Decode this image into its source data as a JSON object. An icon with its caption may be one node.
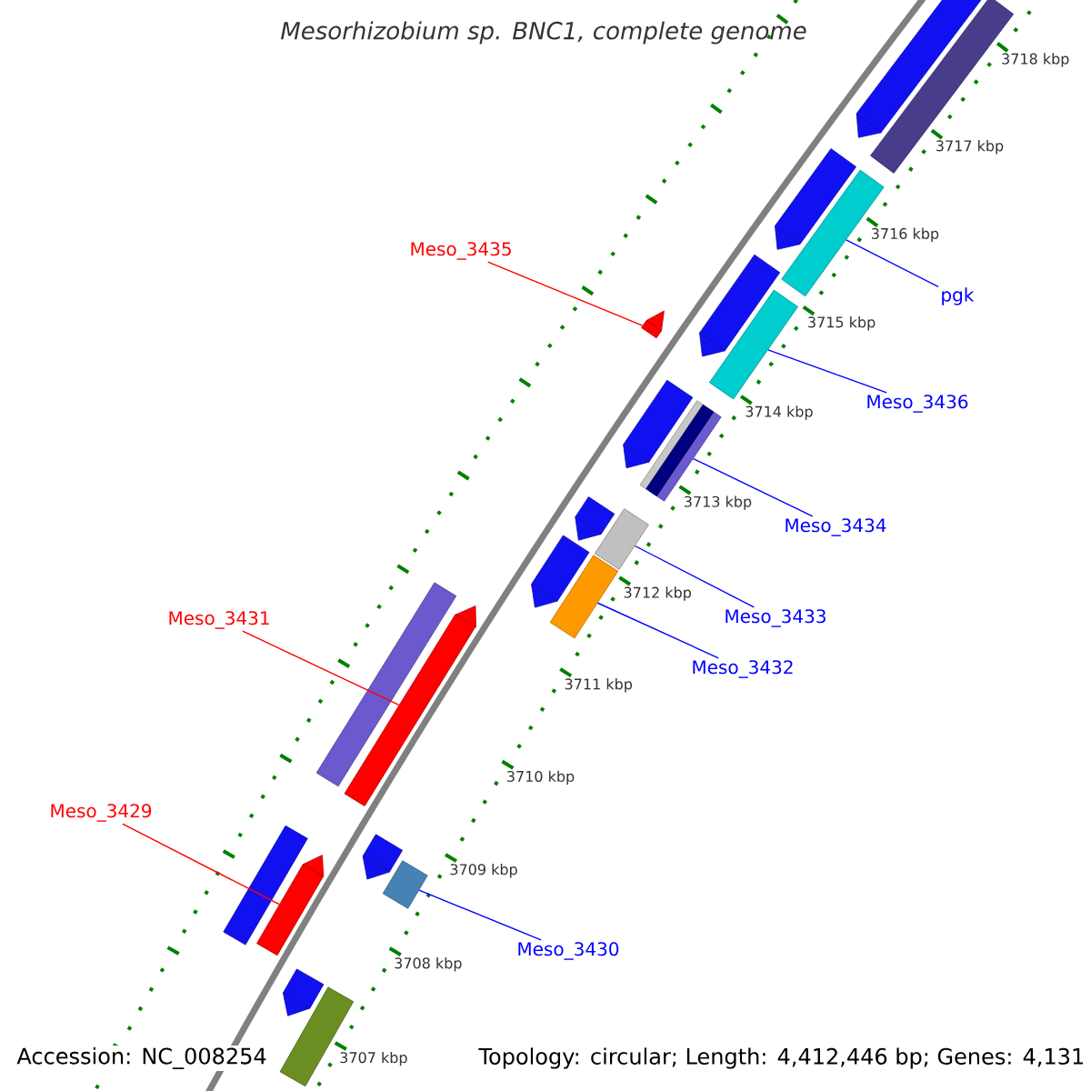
{
  "diagram": {
    "title": "Mesorhizobium sp. BNC1, complete genome",
    "nodes": [
      {
        "text": [
          "Meso_3435"
        ]
      },
      {
        "text": [],
        "shape": "pentagon"
      },
      {
        "text": [
          "pgk"
        ]
      },
      {
        "text": [],
        "shape": "bar"
      },
      {
        "text": [
          "Meso_3436"
        ]
      },
      {
        "text": [],
        "shape": "bar"
      },
      {
        "text": [
          "Meso_3434"
        ]
      },
      {
        "text": [],
        "shape": "bar"
      },
      {
        "text": [
          "Meso_3433"
        ]
      },
      {
        "text": [],
        "shape": "bar"
      },
      {
        "text": [
          "Meso_3431"
        ]
      },
      {
        "text": [],
        "shape": "pentagon"
      },
      {
        "text": [
          "Meso_3432"
        ]
      },
      {
        "text": [],
        "shape": "bar"
      },
      {
        "text": [
          "Meso_3429"
        ]
      },
      {
        "text": [],
        "shape": "pentagon"
      },
      {
        "text": [
          "Meso_3430"
        ]
      },
      {
        "text": [],
        "shape": "bar"
      },
      {
        "text": [],
        "shape": "pentagon"
      },
      {
        "text": [],
        "shape": "bar"
      },
      {
        "text": [],
        "shape": "pentagon"
      },
      {
        "text": [],
        "shape": "pentagon"
      },
      {
        "text": [],
        "shape": "pentagon"
      },
      {
        "text": [],
        "shape": "bar"
      },
      {
        "text": [],
        "shape": "bar"
      },
      {
        "text": [],
        "shape": "pentagon"
      },
      {
        "text": [],
        "shape": "pentagon"
      },
      {
        "text": [],
        "shape": "bar"
      },
      {
        "text": [],
        "shape": "pentagon"
      },
      {
        "text": [],
        "shape": "bar"
      },
      {
        "text": [],
        "shape": "pentagon"
      },
      {
        "text": [],
        "shape": "bar"
      }
    ],
    "edges": [
      {
        "from": 0,
        "to": 1,
        "arrow": "none",
        "color": "#ff0000"
      },
      {
        "from": 2,
        "to": 3,
        "arrow": "none"
      },
      {
        "from": 4,
        "to": 5,
        "arrow": "none"
      },
      {
        "from": 6,
        "to": 7,
        "arrow": "none"
      },
      {
        "from": 8,
        "to": 9,
        "arrow": "none"
      },
      {
        "from": 10,
        "to": 11,
        "arrow": "none",
        "color": "#ff0000"
      },
      {
        "from": 12,
        "to": 13,
        "arrow": "none"
      },
      {
        "from": 14,
        "to": 15,
        "arrow": "none",
        "color": "#ff0000"
      },
      {
        "from": 16,
        "to": 17,
        "arrow": "none"
      }
    ],
    "labels": [
      "3718 kbp",
      "3717 kbp",
      "3716 kbp",
      "3715 kbp",
      "3714 kbp",
      "3713 kbp",
      "3712 kbp",
      "3711 kbp",
      "3710 kbp",
      "3709 kbp",
      "3708 kbp",
      "3707 kbp",
      "Accession: NC_008254",
      "Topology: circular; Length: 4,412,446 bp; Genes: 4,131"
    ]
  }
}
